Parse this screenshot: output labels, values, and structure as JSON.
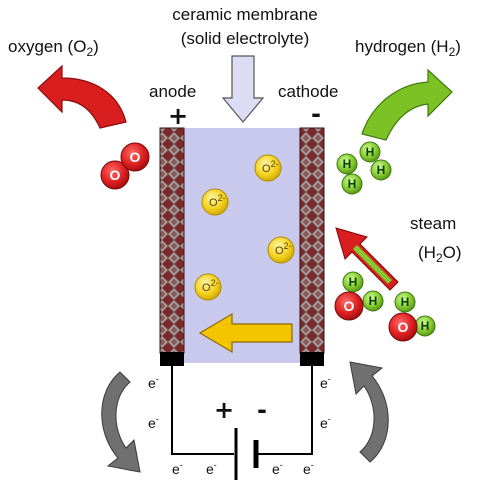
{
  "membrane": {
    "title_line1": "ceramic membrane",
    "title_line2": "(solid electrolyte)"
  },
  "electrodes": {
    "anode": {
      "label": "anode",
      "sign": "+"
    },
    "cathode": {
      "label": "cathode",
      "sign": "-"
    }
  },
  "products": {
    "oxygen": {
      "name": "oxygen (O",
      "sub": "2",
      "close": ")",
      "color": "#d81e1e"
    },
    "hydrogen": {
      "name": "hydrogen (H",
      "sub": "2",
      "close": ")",
      "color": "#7cc225"
    }
  },
  "reactant": {
    "name": "steam",
    "formula": "H",
    "formula_sub": "2",
    "formula_end": "O"
  },
  "atoms": {
    "oxygen_symbol": "O",
    "hydrogen_symbol": "H"
  },
  "ion": {
    "symbol": "O",
    "charge": "2-"
  },
  "circuit": {
    "battery_plus": "+",
    "battery_minus": "-",
    "electron": "e",
    "electron_charge": "-"
  },
  "colors": {
    "membrane": "#c9c9ee",
    "electrode_dark": "#7a2a2a",
    "electrode_light": "#a0a0a0",
    "ion_fill": "#f3d21d",
    "ion_arrow": "#f5c400",
    "curved_arrow": "#707070"
  }
}
